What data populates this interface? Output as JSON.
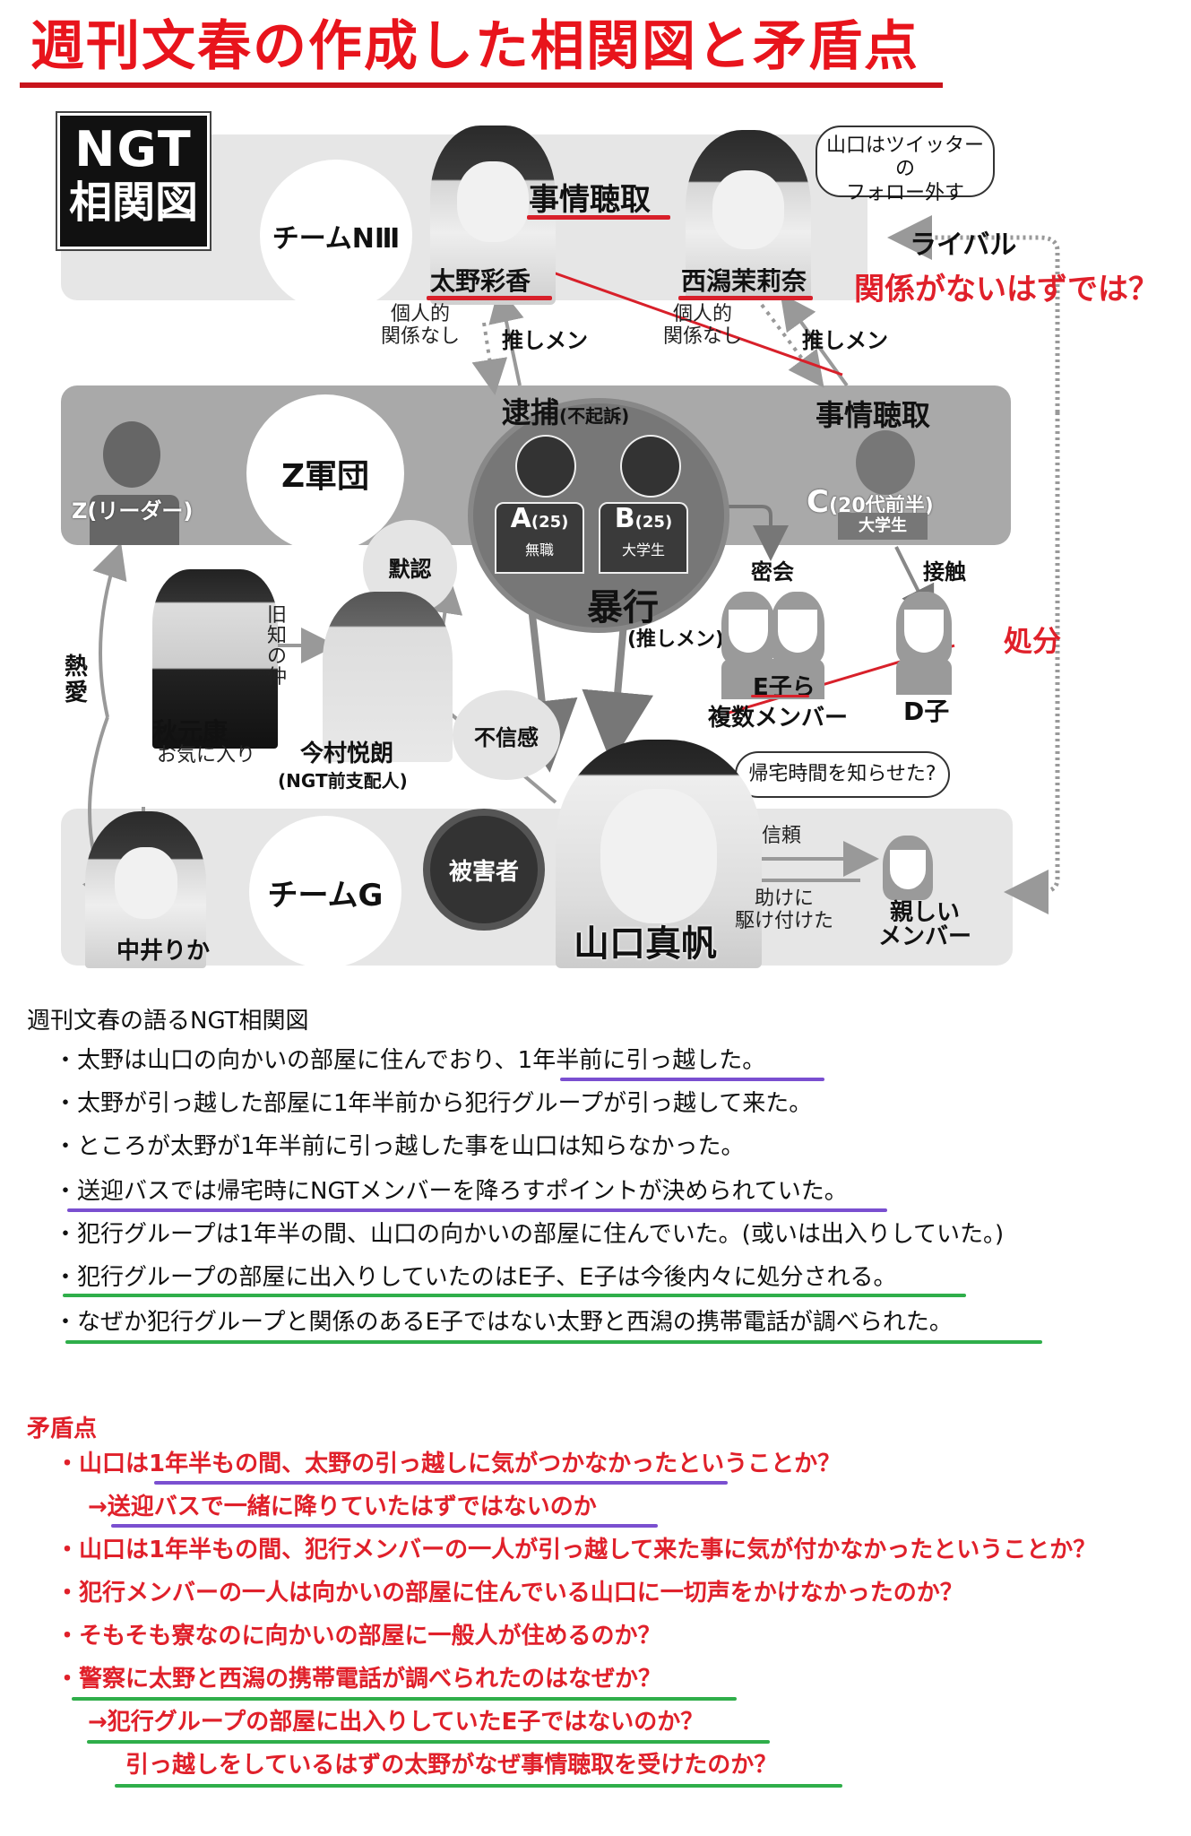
{
  "title": "週刊文春の作成した相関図と矛盾点",
  "diagram": {
    "badge": {
      "line1": "NGT",
      "line2": "相関図"
    },
    "teams": {
      "n3": "チームNⅢ",
      "z": "Z軍団",
      "g": "チームG"
    },
    "people": {
      "ono": "太野彩香",
      "nishigata": "西潟茉莉奈",
      "z_leader": "Z(リーダー)",
      "a": {
        "letter": "A",
        "age": "(25)",
        "role": "無職"
      },
      "b": {
        "letter": "B",
        "age": "(25)",
        "role": "大学生"
      },
      "c": {
        "letter": "C",
        "age": "(20代前半)",
        "role": "大学生"
      },
      "akimoto": "秋元康",
      "imamura": "今村悦朗",
      "imamura_role": "(NGT前支配人)",
      "nakai": "中井りか",
      "yamaguchi": "山口真帆",
      "e_members": "E子ら",
      "e_members_sub": "複数メンバー",
      "d": "D子",
      "close_member_l1": "親しい",
      "close_member_l2": "メンバー"
    },
    "labels": {
      "jijo_top": "事情聴取",
      "jijo_c": "事情聴取",
      "arrest": "逮捕",
      "arrest_sub": "(不起訴)",
      "no_relation_1_l1": "個人的",
      "no_relation_1_l2": "関係なし",
      "oshimen_1": "推しメン",
      "no_relation_2_l1": "個人的",
      "no_relation_2_l2": "関係なし",
      "oshimen_2": "推しメン",
      "rival": "ライバル",
      "mokunin": "默認",
      "assault": "暴行",
      "assault_sub": "(推しメン)",
      "mikkai": "密会",
      "sesshoku": "接触",
      "old_friends": [
        "旧",
        "知",
        "の",
        "仲"
      ],
      "netsuai": [
        "熱",
        "愛"
      ],
      "favorite": "お気に入り",
      "distrust": "不信感",
      "victim": "被害者",
      "trust": "信頼",
      "rushed_l1": "助けに",
      "rushed_l2": "駆け付けた"
    },
    "bubbles": {
      "twitter_l1": "山口はツイッターの",
      "twitter_l2": "フォロー外す",
      "home_time": "帰宅時間を知らせた?"
    },
    "annotations": {
      "should_be_unrelated": "関係がないはずでは？",
      "punishment": "処分"
    }
  },
  "bunshun_section": {
    "heading": "週刊文春の語るNGT相関図",
    "items": [
      "・太野は山口の向かいの部屋に住んでおり、1年半前に引っ越した。",
      "・太野が引っ越した部屋に1年半前から犯行グループが引っ越して来た。",
      "・ところが太野が1年半前に引っ越した事を山口は知らなかった。",
      "・送迎バスでは帰宅時にNGTメンバーを降ろすポイントが決められていた。",
      "・犯行グループは1年半の間、山口の向かいの部屋に住んでいた。(或いは出入りしていた。)",
      "・犯行グループの部屋に出入りしていたのはE子、E子は今後内々に処分される。",
      "・なぜか犯行グループと関係のあるE子ではない太野と西潟の携帯電話が調べられた。"
    ]
  },
  "contradictions": {
    "heading": "矛盾点",
    "items": [
      "・山口は1年半もの間、太野の引っ越しに気がつかなかったということか？",
      "→送迎バスで一緒に降りていたはずではないのか",
      "・山口は1年半もの間、犯行メンバーの一人が引っ越して来た事に気が付かなかったということか？",
      "・犯行メンバーの一人は向かいの部屋に住んでいる山口に一切声をかけなかったのか？",
      "・そもそも寮なのに向かいの部屋に一般人が住めるのか？",
      "・警察に太野と西潟の携帯電話が調べられたのはなぜか？",
      "→犯行グループの部屋に出入りしていたE子ではないのか？",
      "引っ越しをしているはずの太野がなぜ事情聴取を受けたのか？"
    ]
  },
  "colors": {
    "title_red": "#e8141c",
    "note_red": "#e0202a",
    "underline_purple": "#7a4fd0",
    "underline_green": "#2fae4a",
    "band_light": "#e6e6e6",
    "band_dark": "#a9a9a9"
  }
}
